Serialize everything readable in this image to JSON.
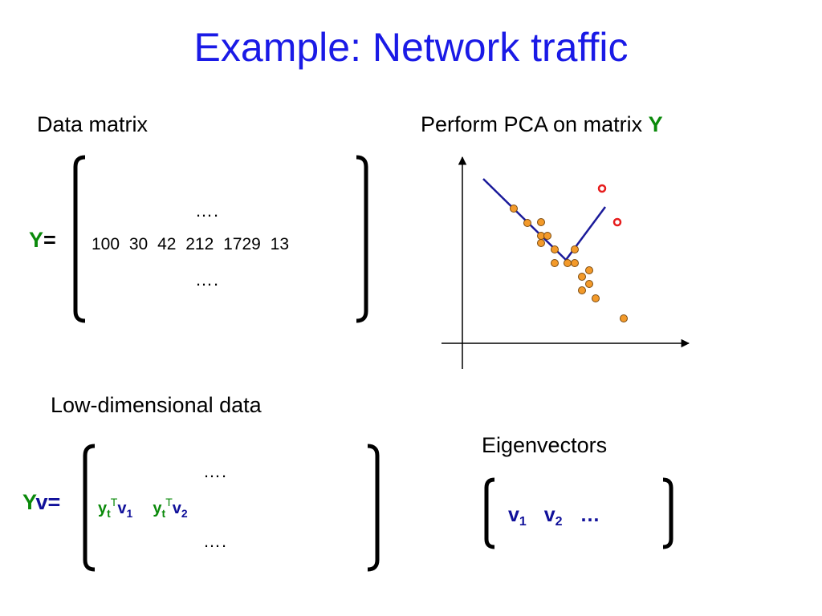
{
  "slide": {
    "title": "Example: Network traffic"
  },
  "data_matrix": {
    "heading": "Data matrix",
    "lhs": "Y",
    "eq": "=",
    "dots_top": "….",
    "row": "100  30  42  212  1729  13",
    "dots_bottom": "…."
  },
  "pca": {
    "heading_text": "Perform PCA on matrix ",
    "heading_var": "Y"
  },
  "low_dim": {
    "heading": "Low-dimensional data",
    "lhs_y": "Y",
    "lhs_v": "v=",
    "dots_top": "….",
    "dots_bottom": "….",
    "term1": {
      "y": "y",
      "y_sub": "t",
      "sup": "T",
      "v": "v",
      "v_sub": "1"
    },
    "term2": {
      "y": "y",
      "y_sub": "t",
      "sup": "T",
      "v": "v",
      "v_sub": "2"
    }
  },
  "eigen": {
    "heading": "Eigenvectors",
    "v1": "v",
    "v1_sub": "1",
    "v2": "v",
    "v2_sub": "2",
    "ellipsis": "…"
  },
  "colors": {
    "title": "#1a1ae6",
    "green": "#0b8a0b",
    "blue": "#10109a",
    "point_fill": "#f39a2a",
    "outlier": "#e61c1c",
    "line": "#1a1a9a"
  }
}
